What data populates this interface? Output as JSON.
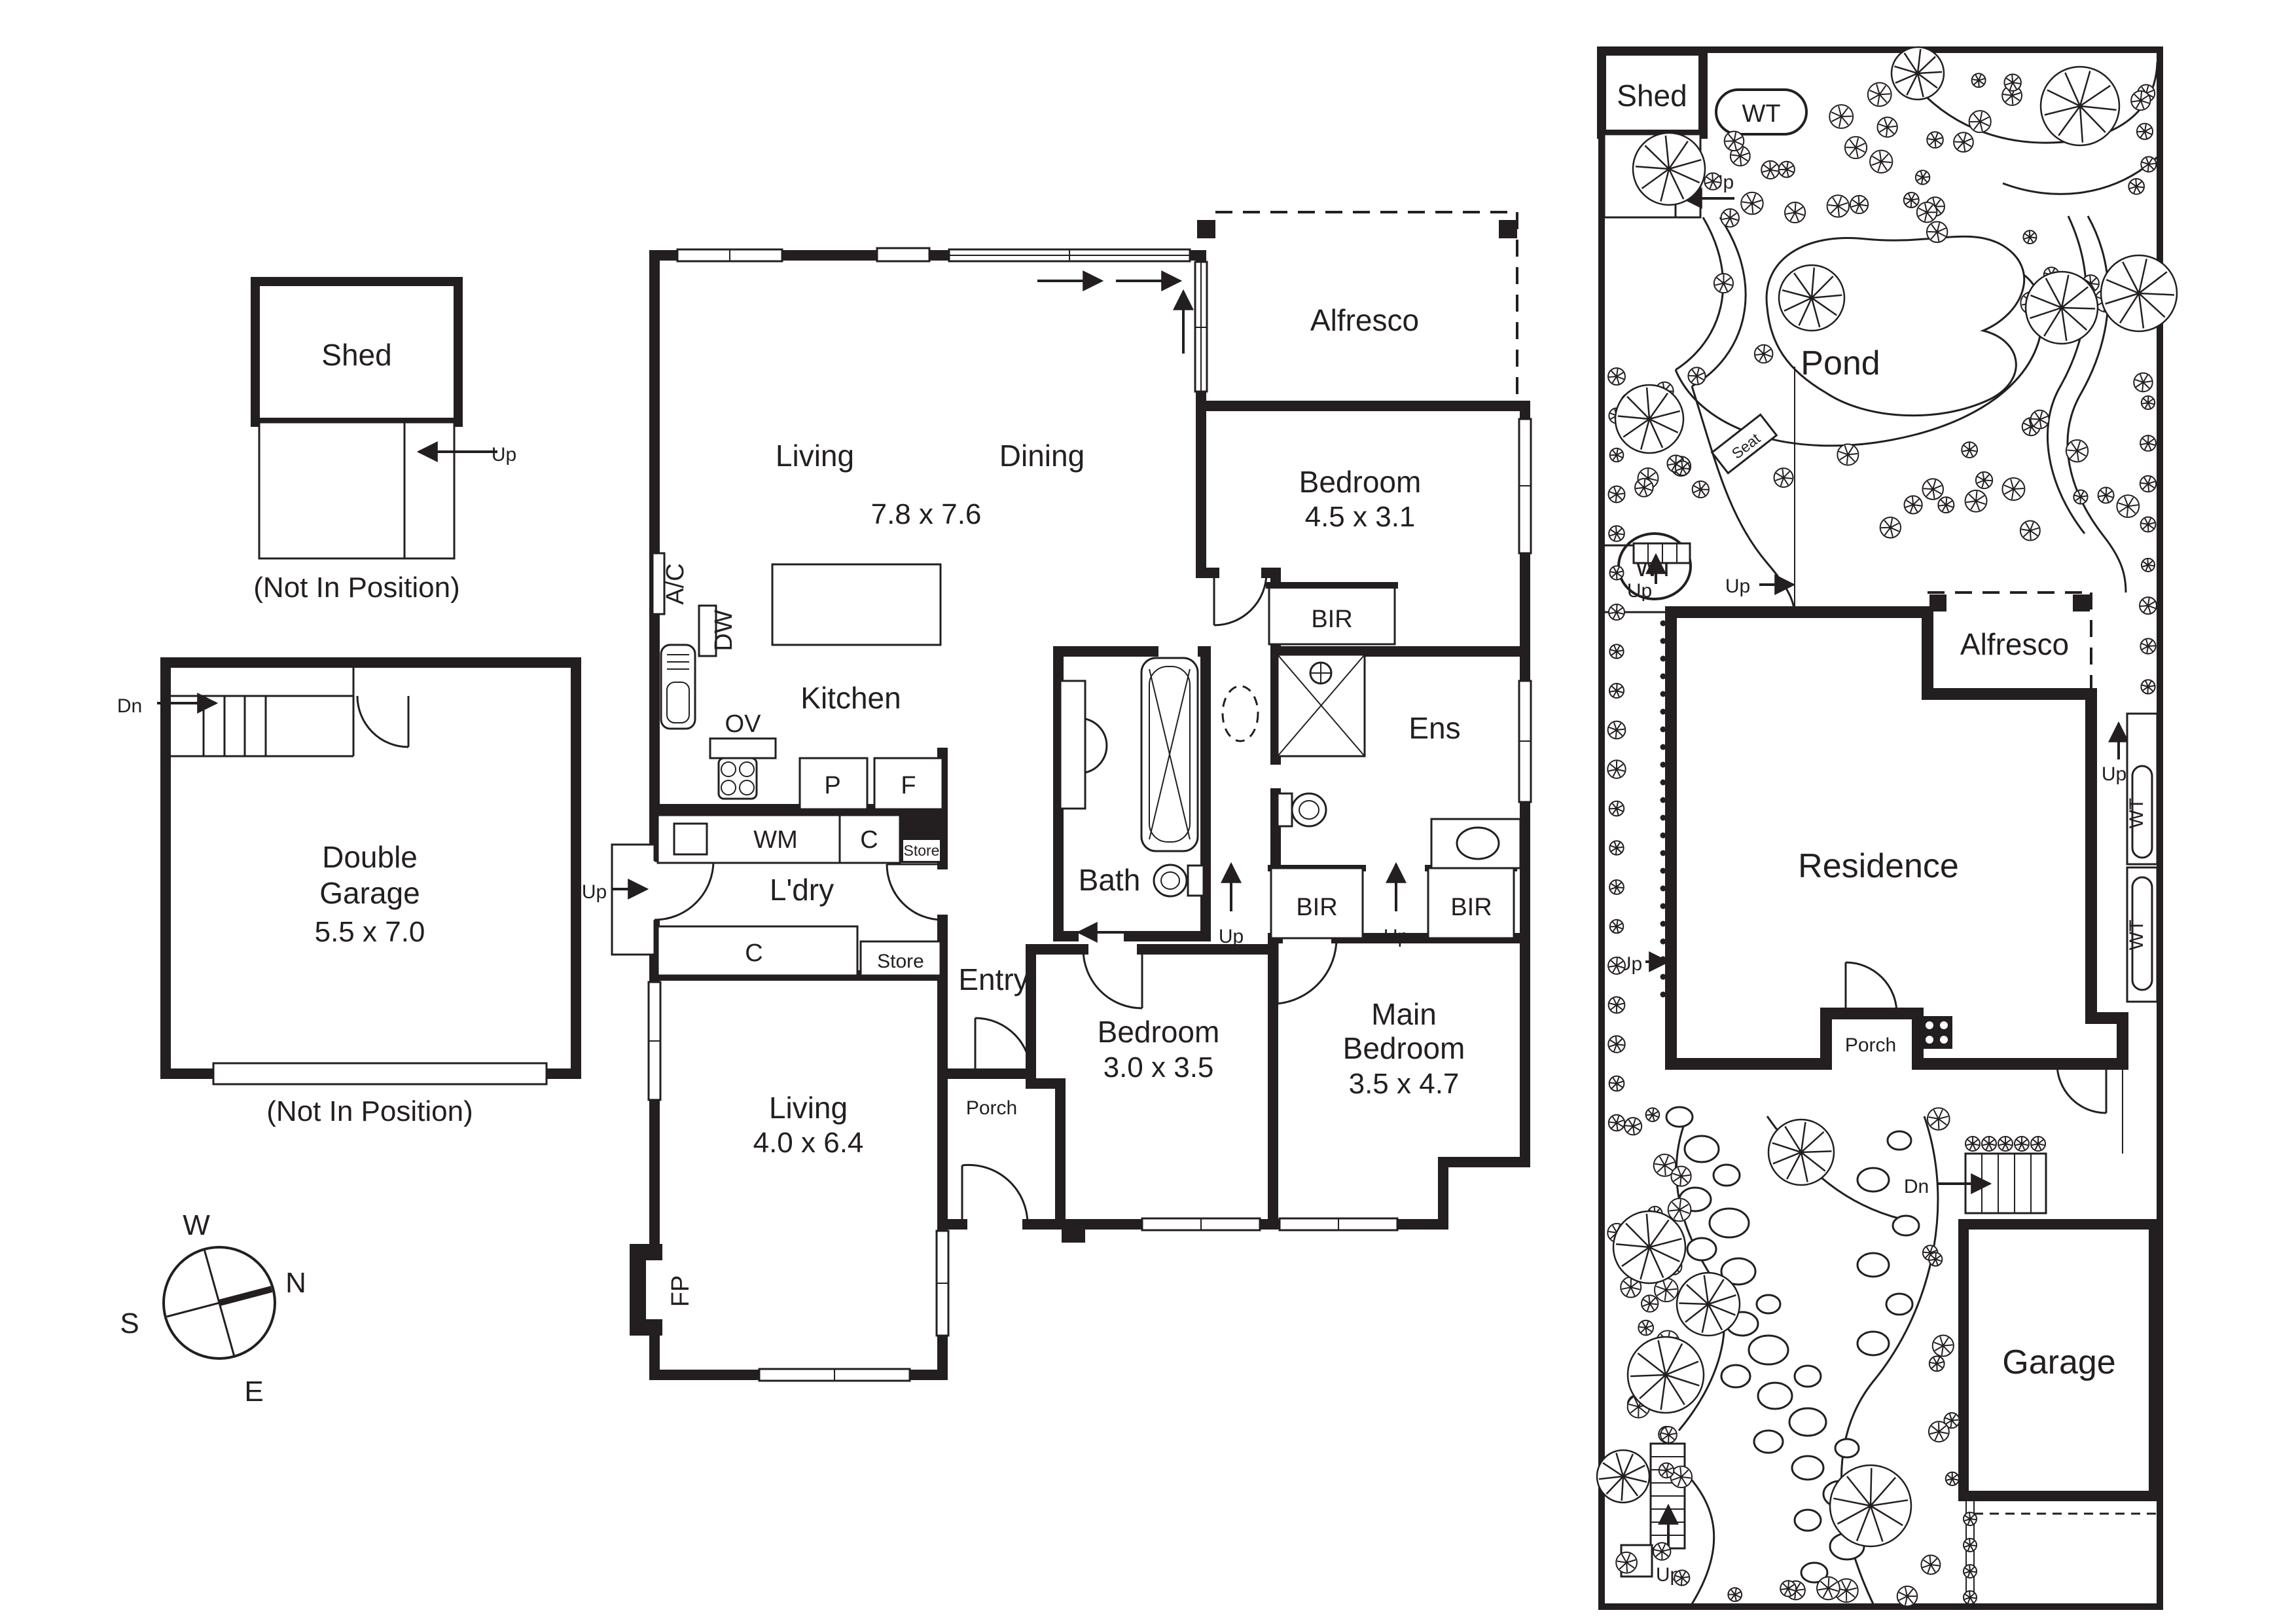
{
  "title": "Residential floor plan and site plan",
  "colors": {
    "ink": "#231f20",
    "background": "#ffffff"
  },
  "labels": {
    "shed": "Shed",
    "not_in_position": "(Not In Position)",
    "up": "Up",
    "dn": "Dn",
    "double": "Double",
    "garage": "Garage",
    "garage_dims": "5.5 x 7.0",
    "living": "Living",
    "dining": "Dining",
    "living_dining_dims": "7.8 x 7.6",
    "alfresco": "Alfresco",
    "bedroom": "Bedroom",
    "bedroom1_dims": "4.5 x 3.1",
    "ac": "A/C",
    "dw": "DW",
    "ov": "OV",
    "kitchen": "Kitchen",
    "p": "P",
    "f": "F",
    "wm": "WM",
    "c": "C",
    "store": "Store",
    "ldry": "L'dry",
    "entry": "Entry",
    "porch": "Porch",
    "bedroom2_dims": "3.0 x 3.5",
    "main": "Main",
    "main_bedroom_dims": "3.5 x 4.7",
    "living2_dims": "4.0 x 6.4",
    "fp": "FP",
    "bir": "BIR",
    "bath": "Bath",
    "ens": "Ens",
    "wt": "WT",
    "pond": "Pond",
    "seat": "Seat",
    "residence": "Residence"
  },
  "compass": {
    "w": "W",
    "n": "N",
    "s": "S",
    "e": "E"
  },
  "rooms": [
    {
      "name": "Living Dining",
      "dims": "7.8 x 7.6"
    },
    {
      "name": "Kitchen",
      "dims": ""
    },
    {
      "name": "Bedroom",
      "dims": "4.5 x 3.1"
    },
    {
      "name": "Ens",
      "dims": ""
    },
    {
      "name": "Bath",
      "dims": ""
    },
    {
      "name": "L'dry",
      "dims": ""
    },
    {
      "name": "Bedroom",
      "dims": "3.0 x 3.5"
    },
    {
      "name": "Main Bedroom",
      "dims": "3.5 x 4.7"
    },
    {
      "name": "Living",
      "dims": "4.0 x 6.4"
    },
    {
      "name": "Double Garage",
      "dims": "5.5 x 7.0"
    },
    {
      "name": "Alfresco",
      "dims": ""
    },
    {
      "name": "Entry",
      "dims": ""
    },
    {
      "name": "Porch",
      "dims": ""
    }
  ]
}
